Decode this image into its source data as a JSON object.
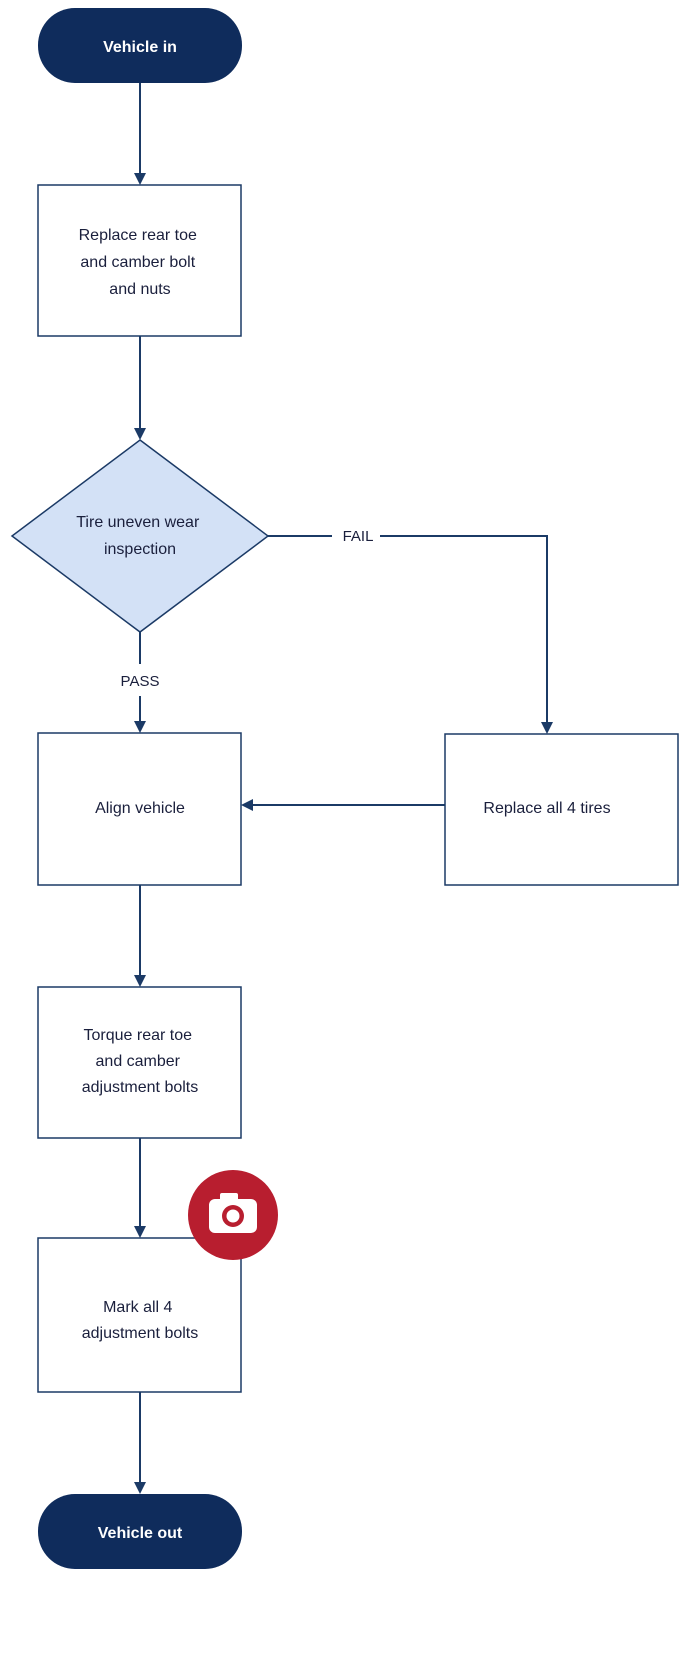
{
  "colors": {
    "terminal_fill": "#0f2c5c",
    "stroke": "#1b3a66",
    "decision_fill": "#d3e1f6",
    "process_fill": "#ffffff",
    "camera_badge": "#b81e2f",
    "connector": "#1b3a66"
  },
  "nodes": {
    "start": {
      "label": "Vehicle in"
    },
    "replace_bolts": {
      "lines": [
        "Replace rear toe",
        "and camber bolt",
        "and nuts"
      ]
    },
    "inspection": {
      "lines": [
        "Tire uneven wear",
        "inspection"
      ]
    },
    "align": {
      "lines": [
        "Align vehicle"
      ]
    },
    "replace_tires": {
      "lines": [
        "Replace all 4 tires"
      ]
    },
    "torque": {
      "lines": [
        "Torque rear toe",
        "and camber",
        "adjustment bolts"
      ]
    },
    "mark": {
      "lines": [
        "Mark all 4",
        "adjustment bolts"
      ],
      "badge_icon": "camera-icon"
    },
    "end": {
      "label": "Vehicle out"
    }
  },
  "edges": {
    "fail_label": "FAIL",
    "pass_label": "PASS"
  }
}
